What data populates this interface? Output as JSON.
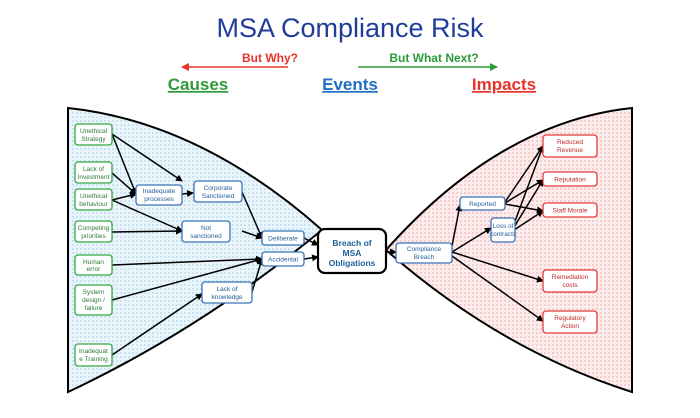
{
  "title": "MSA Compliance Risk",
  "nav": {
    "why": "But Why?",
    "next": "But What Next?"
  },
  "headers": {
    "causes": "Causes",
    "events": "Events",
    "impacts": "Impacts"
  },
  "causes": [
    [
      "Unethical",
      "Strategy"
    ],
    [
      "Lack of",
      "Investment"
    ],
    [
      "Unethical",
      "behaviour"
    ],
    [
      "Competing",
      "priorities"
    ],
    [
      "Human",
      "error"
    ],
    [
      "System",
      "design /",
      "failure"
    ],
    [
      "Inadequat",
      "e Training"
    ]
  ],
  "events_left": {
    "inadequate": [
      "Inadequate",
      "processes"
    ],
    "corporate": [
      "Corporate",
      "Sanctioned"
    ],
    "not_sanctioned": [
      "Not",
      "sanctioned"
    ],
    "deliberate": [
      "Deliberate"
    ],
    "accidental": [
      "Accidental"
    ],
    "lack_knowledge": [
      "Lack of",
      "knowledge"
    ]
  },
  "center": [
    "Breach of",
    "MSA",
    "Obligations"
  ],
  "events_right": {
    "compliance": [
      "Compliance",
      "Breach"
    ],
    "reported": [
      "Reported"
    ],
    "loss": [
      "Loss of",
      "contracts"
    ]
  },
  "impacts": [
    [
      "Reduced",
      "Revenue"
    ],
    [
      "Reputation"
    ],
    [
      "Staff Morale"
    ],
    [
      "Remediation",
      "costs"
    ],
    [
      "Regulatory",
      "Action"
    ]
  ],
  "colors": {
    "causes": "#2e9a3a",
    "events": "#1f5f99",
    "impacts": "#e8332b",
    "title": "#1f3d99"
  }
}
